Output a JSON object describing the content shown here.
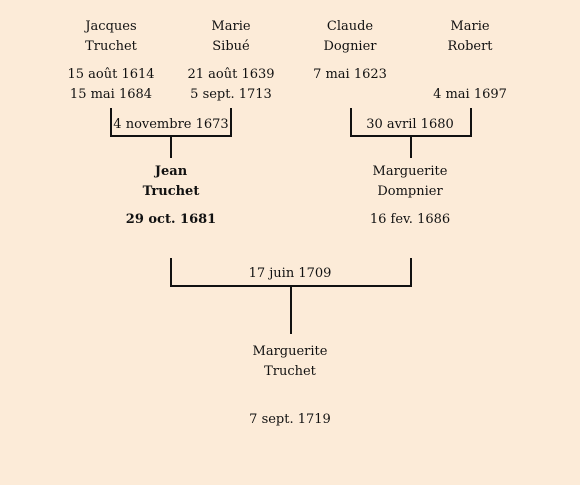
{
  "persons": {
    "jacques": {
      "first": "Jacques",
      "last": "Truchet",
      "birth": "15 août 1614",
      "death": "15 mai 1684"
    },
    "marie_sibue": {
      "first": "Marie",
      "last": "Sibué",
      "birth": "21 août 1639",
      "death": "5 sept. 1713"
    },
    "claude": {
      "first": "Claude",
      "last": "Dognier",
      "birth": "7 mai 1623"
    },
    "marie_robert": {
      "first": "Marie",
      "last": "Robert",
      "death": "4 mai 1697"
    },
    "jean": {
      "first": "Jean",
      "last": "Truchet",
      "birth": "29 oct. 1681"
    },
    "marguerite_d": {
      "first": "Marguerite",
      "last": "Dompnier",
      "birth": "16 fev. 1686"
    },
    "marguerite_t": {
      "first": "Marguerite",
      "last": "Truchet",
      "birth": "7 sept. 1719"
    }
  },
  "marriages": {
    "m1": "4 novembre 1673",
    "m2": "30 avril 1680",
    "m3": "17 juin 1709"
  }
}
